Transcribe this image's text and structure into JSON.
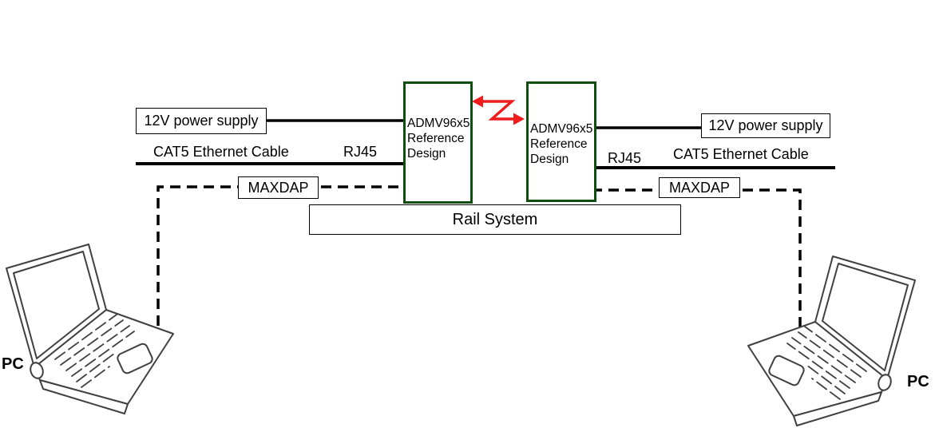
{
  "rail_system": "Rail System",
  "left_link": {
    "power_supply": "12V power supply",
    "cable": "CAT5 Ethernet Cable",
    "connector": "RJ45",
    "adapter": "MAXDAP",
    "device": [
      "ADMV96x5",
      "Reference",
      "Design"
    ],
    "pc": "PC"
  },
  "right_link": {
    "power_supply": "12V power supply",
    "cable": "CAT5 Ethernet Cable",
    "connector": "RJ45",
    "adapter": "MAXDAP",
    "device": [
      "ADMV96x5",
      "Reference",
      "Design"
    ],
    "pc": "PC"
  },
  "icons": {
    "wireless_link": "z-shaped-double-arrow",
    "pc_left": "laptop-sketch",
    "pc_right": "laptop-sketch"
  },
  "colors": {
    "background": "#ffffff",
    "line": "#000000",
    "device_border": "#0e4e0e",
    "wireless_arrow": "#ee1c1c",
    "laptop_sketch": "#404040"
  }
}
